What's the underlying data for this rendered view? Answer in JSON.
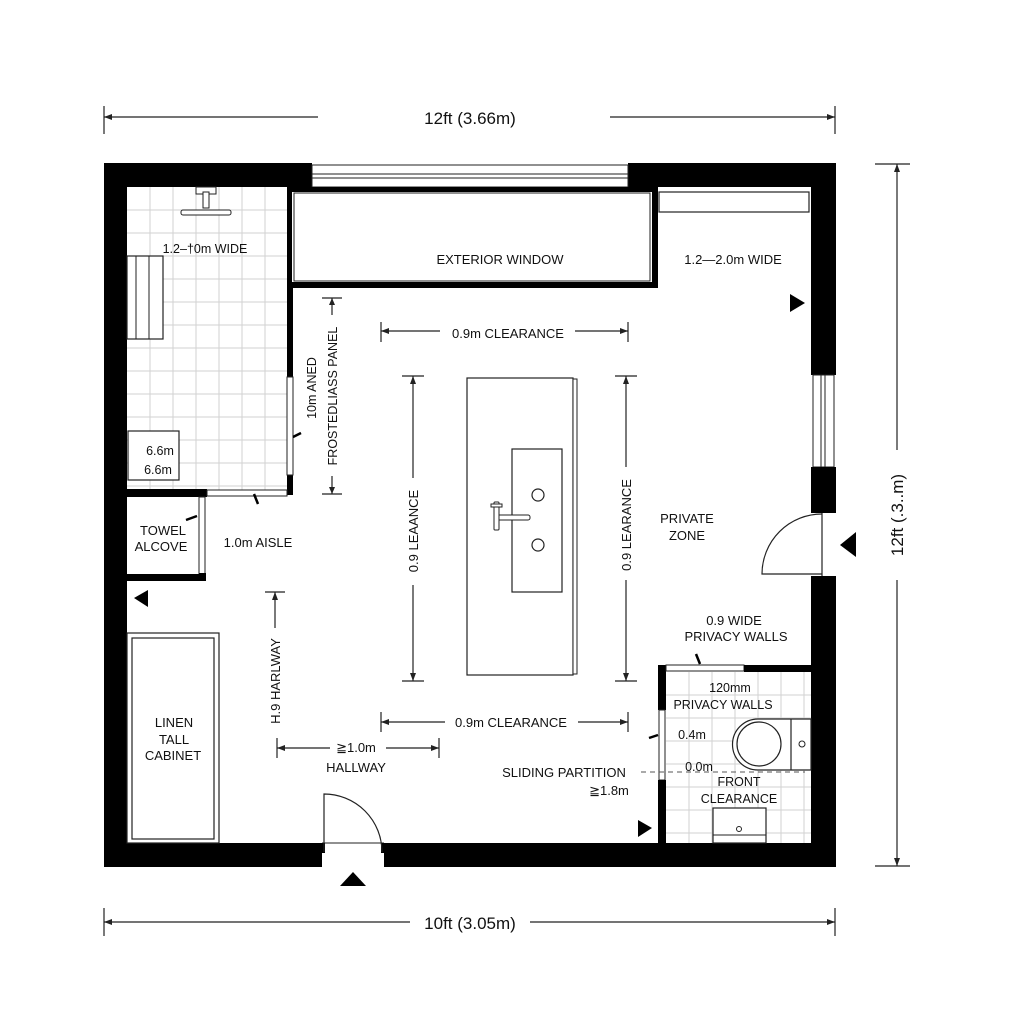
{
  "dimensions": {
    "top": "12ft (3.66m)",
    "bottom": "10ft (3.05m)",
    "right": "12ft (.3..m)"
  },
  "rooms": {
    "shower": {
      "width_label": "1.2–†0m WIDE",
      "niche_line1": "6.6m",
      "niche_line2": "6.6m"
    },
    "glass_panel": {
      "line1": "10m ANED",
      "line2": "FROSTEDLIASS PANEL"
    },
    "exterior_window": {
      "label": "EXTERIOR WINDOW"
    },
    "top_right": {
      "width_label": "1.2—2.0m WIDE"
    },
    "towel_alcove": {
      "line1": "TOWEL",
      "line2": "ALCOVE"
    },
    "aisle": {
      "label": "1.0m AISLE"
    },
    "vanity": {
      "top_clearance": "0.9m CLEARANCE",
      "bottom_clearance": "0.9m CLEARANCE",
      "left_clearance": "0.9 LEAANCE",
      "right_clearance": "0.9 LEARANCE"
    },
    "private_zone": {
      "line1": "PRIVATE",
      "line2": "ZONE"
    },
    "privacy_walls": {
      "line1": "0.9 WIDE",
      "line2": "PRIVACY WALLS"
    },
    "linen": {
      "line1": "LINEN",
      "line2": "TALL",
      "line3": "CABINET"
    },
    "hallway": {
      "vertical_label": "H.9 HARLWAY",
      "width_value": "≧1.0m",
      "width_label": "HALLWAY"
    },
    "sliding_partition": {
      "line1": "SLIDING PARTITION",
      "line2": "≧1.8m"
    },
    "wc": {
      "line1": "120mm",
      "line2": "PRIVACY WALLS",
      "dim1": "0.4m",
      "dim2": "0.0m",
      "line3": "FRONT",
      "line4": "CLEARANCE"
    }
  },
  "icons": {
    "entry_arrows": [
      "arrow-right-top",
      "arrow-left-right-door",
      "arrow-left-west",
      "arrow-up-bottom-door",
      "arrow-right-wc"
    ]
  },
  "colors": {
    "wall": "#000000",
    "line": "#222222",
    "tile_grid": "#d2d2d2",
    "background": "#ffffff"
  }
}
